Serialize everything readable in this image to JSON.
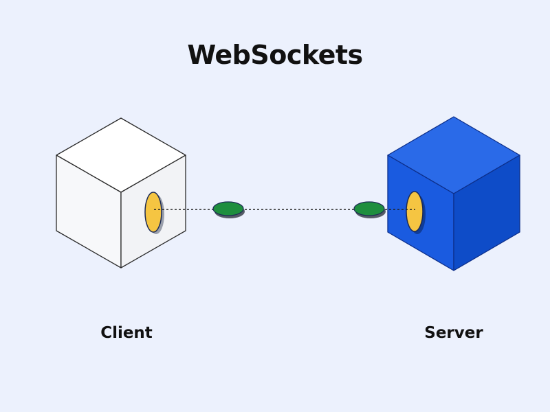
{
  "title": "WebSockets",
  "nodes": {
    "client": {
      "label": "Client"
    },
    "server": {
      "label": "Server"
    }
  },
  "colors": {
    "background": "#ecf1fd",
    "client_cube": "#ffffff",
    "server_cube": "#1a5be0",
    "socket": "#f5c542",
    "message": "#1e8e3e"
  }
}
